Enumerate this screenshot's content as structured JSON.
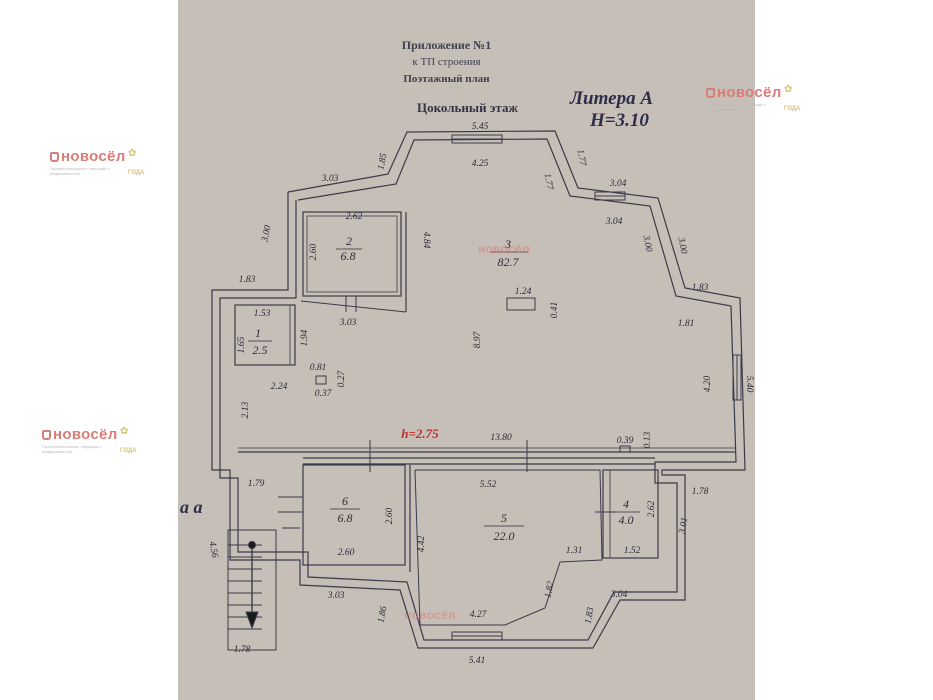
{
  "header": {
    "line1": "Приложение №1",
    "line2": "к ТП строения",
    "line3": "Поэтажный план"
  },
  "litera": {
    "name": "Литера А",
    "height": "Н=3.10"
  },
  "floor_label": "Цокольный этаж",
  "inner_height": "h=2.75",
  "side_label": "а а",
  "rooms": [
    {
      "number": "1",
      "area": "2.5"
    },
    {
      "number": "2",
      "area": "6.8"
    },
    {
      "number": "3",
      "area": "82.7"
    },
    {
      "number": "4",
      "area": "4.0"
    },
    {
      "number": "5",
      "area": "22.0"
    },
    {
      "number": "6",
      "area": "6.8"
    }
  ],
  "dimensions": {
    "d_5_45": "5.45",
    "d_4_25": "4.25",
    "d_1_85": "1.85",
    "d_3_03_top": "3.03",
    "d_1_77_a": "1.77",
    "d_1_77_b": "1.77",
    "d_3_04_a": "3.04",
    "d_3_04_b": "3.04",
    "d_3_00_left": "3.00",
    "d_2_62_top": "2.62",
    "d_2_60_left": "2.60",
    "d_4_84": "4.84",
    "d_3_00_right_a": "3.00",
    "d_3_00_right_b": "3.00",
    "d_1_83_left": "1.83",
    "d_1_83_right": "1.83",
    "d_1_53": "1.53",
    "d_3_03_mid": "3.03",
    "d_1_24": "1.24",
    "d_0_41": "0.41",
    "d_1_81": "1.81",
    "d_1_65": "1.65",
    "d_1_94": "1.94",
    "d_8_97": "8.97",
    "d_0_81": "0.81",
    "d_0_27": "0.27",
    "d_4_20": "4.20",
    "d_5_40": "5.40",
    "d_2_24": "2.24",
    "d_0_37": "0.37",
    "d_2_13": "2.13",
    "d_13_80": "13.80",
    "d_0_39": "0.39",
    "d_0_13": "0.13",
    "d_1_79": "1.79",
    "d_5_52": "5.52",
    "d_1_78_right": "1.78",
    "d_2_60_r6": "2.60",
    "d_4_42": "4.42",
    "d_2_62_r4": "2.62",
    "d_3_01": "3.01",
    "d_4_56": "4.56",
    "d_2_60_bottom": "2.60",
    "d_1_31": "1.31",
    "d_1_52": "1.52",
    "d_1_82": "1.82",
    "d_3_03_bottom": "3.03",
    "d_3_04_bottom": "3.04",
    "d_1_86": "1.86",
    "d_4_27": "4.27",
    "d_1_83_bottom": "1.83",
    "d_1_78_bottom": "1.78",
    "d_5_41": "5.41"
  },
  "watermark": {
    "brand": "новосёл",
    "tagline": "Профессиональные операции с недвижимостью",
    "year_label": "ГОДА"
  },
  "colors": {
    "paper": "#c6bfb7",
    "lines": "#3a3a4a",
    "height_label": "#c0302a",
    "watermark_red": "#d97d78",
    "watermark_gold": "#d8c178"
  }
}
